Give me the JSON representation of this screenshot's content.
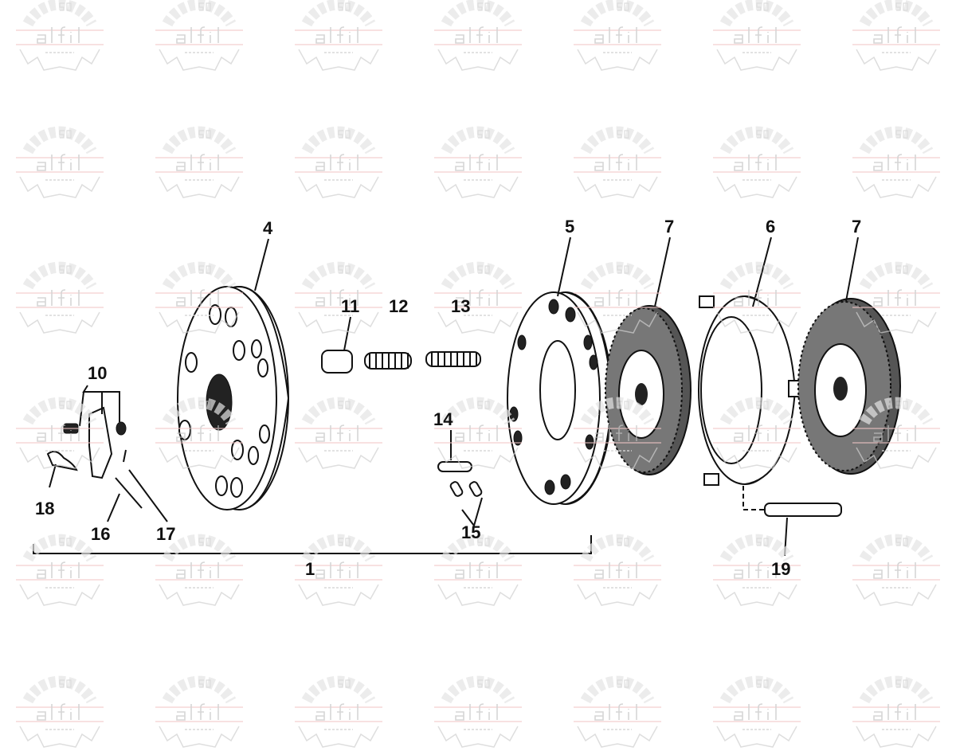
{
  "watermark": {
    "brand": "alfil",
    "subtitle": "embragues",
    "anniversary": "50"
  },
  "callouts": {
    "c1": "1",
    "c4": "4",
    "c5": "5",
    "c6": "6",
    "c7a": "7",
    "c7b": "7",
    "c10": "10",
    "c11": "11",
    "c12": "12",
    "c13": "13",
    "c14": "14",
    "c15": "15",
    "c16": "16",
    "c17": "17",
    "c18": "18",
    "c19": "19"
  }
}
